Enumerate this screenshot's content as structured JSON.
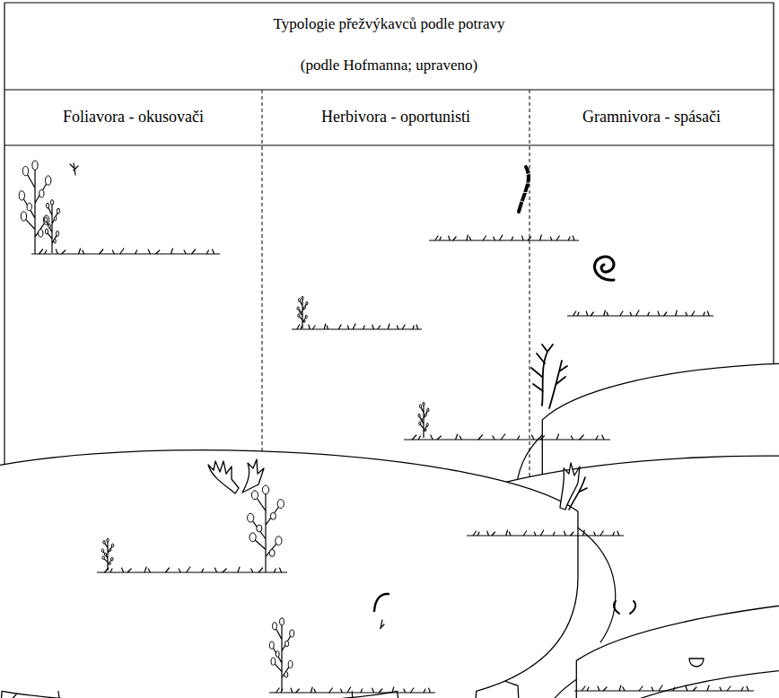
{
  "diagram": {
    "title": "Typologie přežvýkavců podle potravy",
    "nodes": [
      {
        "text": [
          "Foliavora - okusovači"
        ]
      },
      {
        "text": [
          "Herbivora - oportunisti"
        ]
      },
      {
        "text": [
          "Gramnivora - spásači"
        ]
      }
    ],
    "labels": [
      "(podle Hofmanna; upraveno)"
    ]
  }
}
